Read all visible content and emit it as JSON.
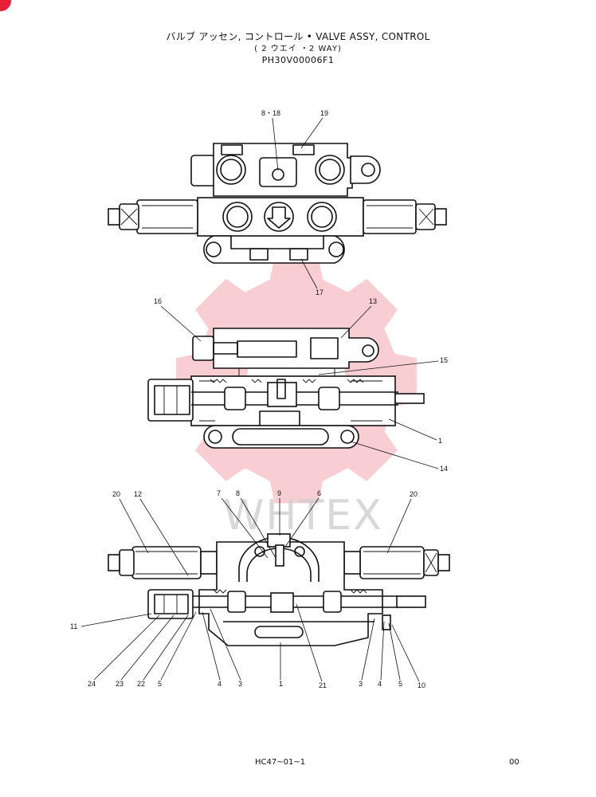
{
  "header": {
    "title": "バルブ アッセン, コントロール  •  VALVE ASSY, CONTROL",
    "subtitle": "( 2 ウエイ ・2 WAY)",
    "part_code": "PH30V00006F1"
  },
  "watermark": {
    "text": "WHTEX",
    "color": "#f4a6ae"
  },
  "callouts": {
    "top_view": [
      "8・18",
      "19",
      "17"
    ],
    "middle_view": [
      "16",
      "13",
      "15",
      "1",
      "14"
    ],
    "bottom_view": [
      "20",
      "12",
      "7",
      "8",
      "9",
      "6",
      "20",
      "11",
      "24",
      "23",
      "22",
      "5",
      "4",
      "3",
      "1",
      "21",
      "3",
      "4",
      "5",
      "10"
    ]
  },
  "footer": {
    "reference": "HC47~01~1",
    "page": "00"
  }
}
